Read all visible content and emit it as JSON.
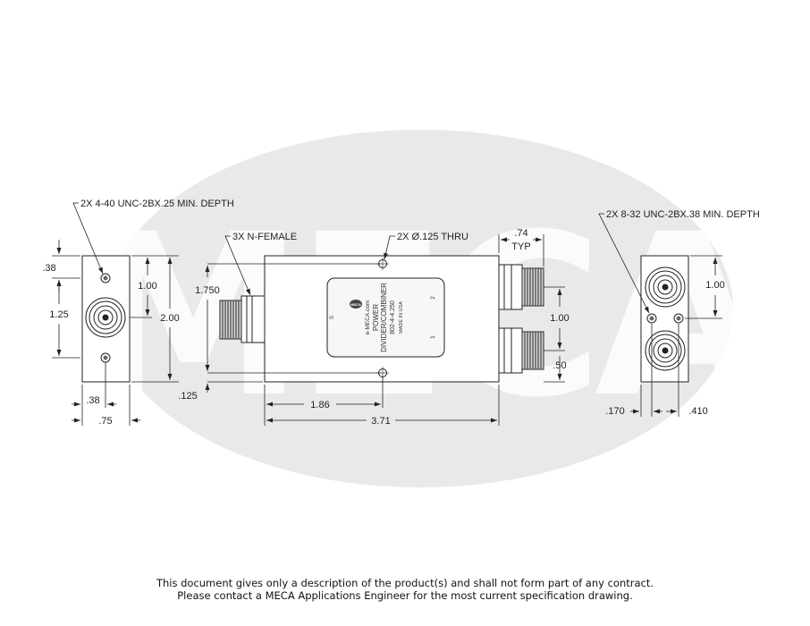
{
  "callouts": {
    "left_thread": "2X 4-40 UNC-2BX.25 MIN. DEPTH",
    "connectors": "3X N-FEMALE",
    "thru_holes": "2X Ø.125 THRU",
    "right_thread": "2X 8-32 UNC-2BX.38 MIN. DEPTH",
    "spacing_top": ".74",
    "spacing_typ": "TYP"
  },
  "dimensions": {
    "left_top_hole": ".38",
    "left_hole_spacing": "1.25",
    "left_center_to_hole": "1.00",
    "left_height": "2.00",
    "left_hole_x": ".38",
    "left_width": ".75",
    "front_height": "1.750",
    "front_hole_offset": ".125",
    "front_hole_x": "1.86",
    "front_length": "3.71",
    "port_spacing": "1.00",
    "port_bottom": ".50",
    "right_port_spacing": "1.00",
    "right_hole_x": ".170",
    "right_width": ".410"
  },
  "plate": {
    "logo": "MECA",
    "website": "e-MECA.com",
    "line1": "POWER",
    "line2": "DIVIDER/COMBINER",
    "model": "802-4-4.250",
    "origin": "MADE IN USA",
    "port_s": "S",
    "port_1": "1",
    "port_2": "2"
  },
  "watermark": {
    "text": "MECA",
    "color": "#e9e9e9"
  },
  "footer": {
    "line1": "This document gives only a description of the product(s) and shall not form part of any contract.",
    "line2": "Please contact a MECA Applications Engineer for the most current specification drawing."
  }
}
